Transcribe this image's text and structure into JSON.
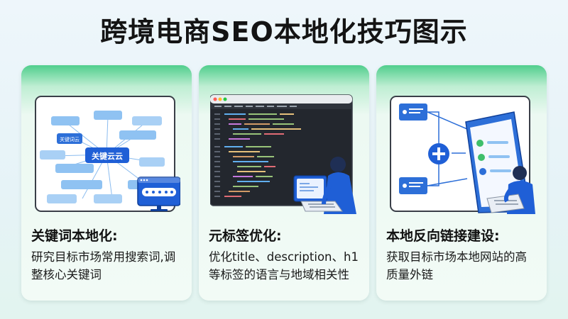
{
  "page": {
    "title": "跨境电商SEO本地化技巧图示"
  },
  "cards": [
    {
      "heading": "关键词本地化:",
      "description": "研究目标市场常用搜索词,调整核心关键词",
      "illustration": {
        "center_keyword": "关键云云",
        "badge_label": "关键词云"
      }
    },
    {
      "heading": "元标签优化:",
      "description": "优化title、description、h1等标签的语言与地域相关性"
    },
    {
      "heading": "本地反向链接建设:",
      "description": "获取目标市场本地网站的高质量外链"
    }
  ],
  "colors": {
    "accent_blue": "#1f5fd6",
    "card_top_green": "#4fce8c",
    "node_blue": "#63a8ee"
  }
}
